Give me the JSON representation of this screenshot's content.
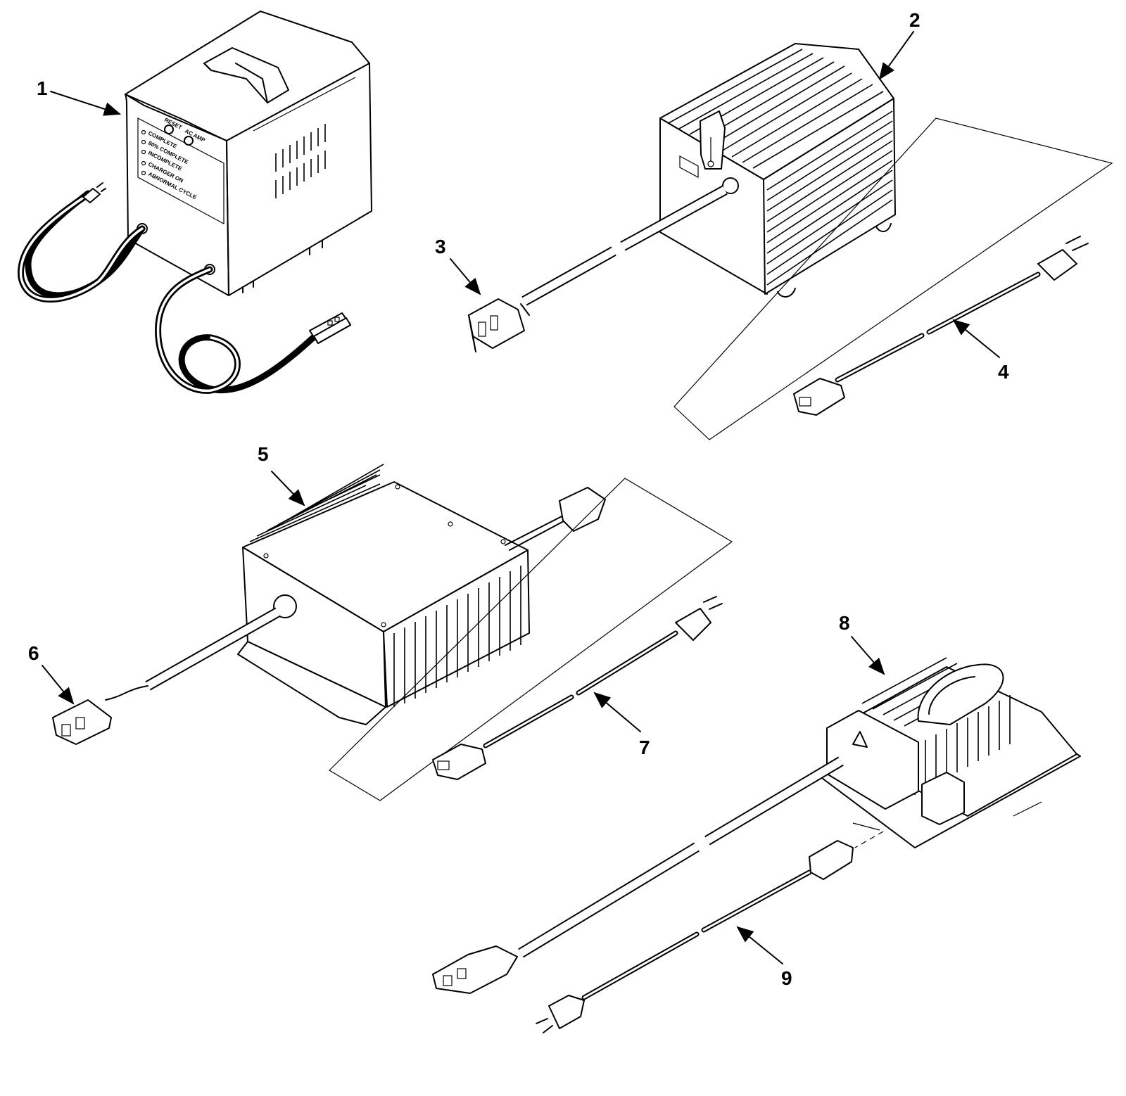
{
  "callouts": [
    "1",
    "2",
    "3",
    "4",
    "5",
    "6",
    "7",
    "8",
    "9"
  ],
  "charger_1_panel": {
    "indicators": [
      "COMPLETE",
      "80% COMPLETE",
      "INCOMPLETE",
      "CHARGER ON",
      "ABNORMAL CYCLE"
    ],
    "knob_labels": [
      "RESET",
      "AC AMP"
    ]
  }
}
